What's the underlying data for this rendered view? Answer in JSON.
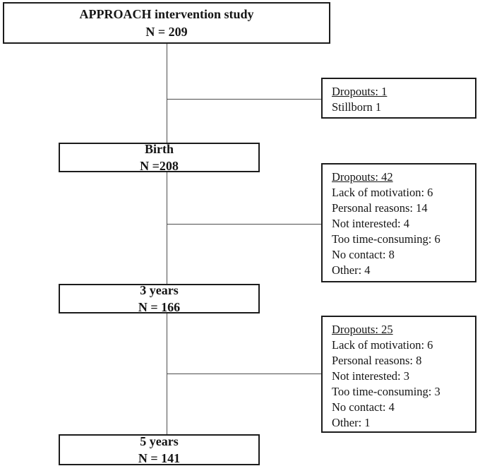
{
  "diagram": {
    "type": "study-flow-chart",
    "title_box": {
      "line1": "APPROACH intervention study",
      "line2": "N = 209"
    },
    "stages": [
      {
        "label": "Birth",
        "n": "N =208"
      },
      {
        "label": "3 years",
        "n": "N = 166"
      },
      {
        "label": "5 years",
        "n": "N = 141"
      }
    ],
    "dropout_boxes": [
      {
        "header": "Dropouts: 1",
        "items": [
          "Stillborn 1"
        ]
      },
      {
        "header": "Dropouts: 42",
        "items": [
          "Lack of motivation: 6",
          "Personal reasons: 14",
          "Not interested: 4",
          "Too time-consuming: 6",
          "No contact: 8",
          "Other: 4"
        ]
      },
      {
        "header": "Dropouts: 25",
        "items": [
          "Lack of motivation: 6",
          "Personal reasons: 8",
          "Not interested: 3",
          "Too time-consuming: 3",
          "No contact: 4",
          "Other: 1"
        ]
      }
    ],
    "colors": {
      "background": "#ffffff",
      "box_border": "#1c1c1c",
      "connector_line": "#4d4d4d",
      "text": "#151515"
    }
  }
}
